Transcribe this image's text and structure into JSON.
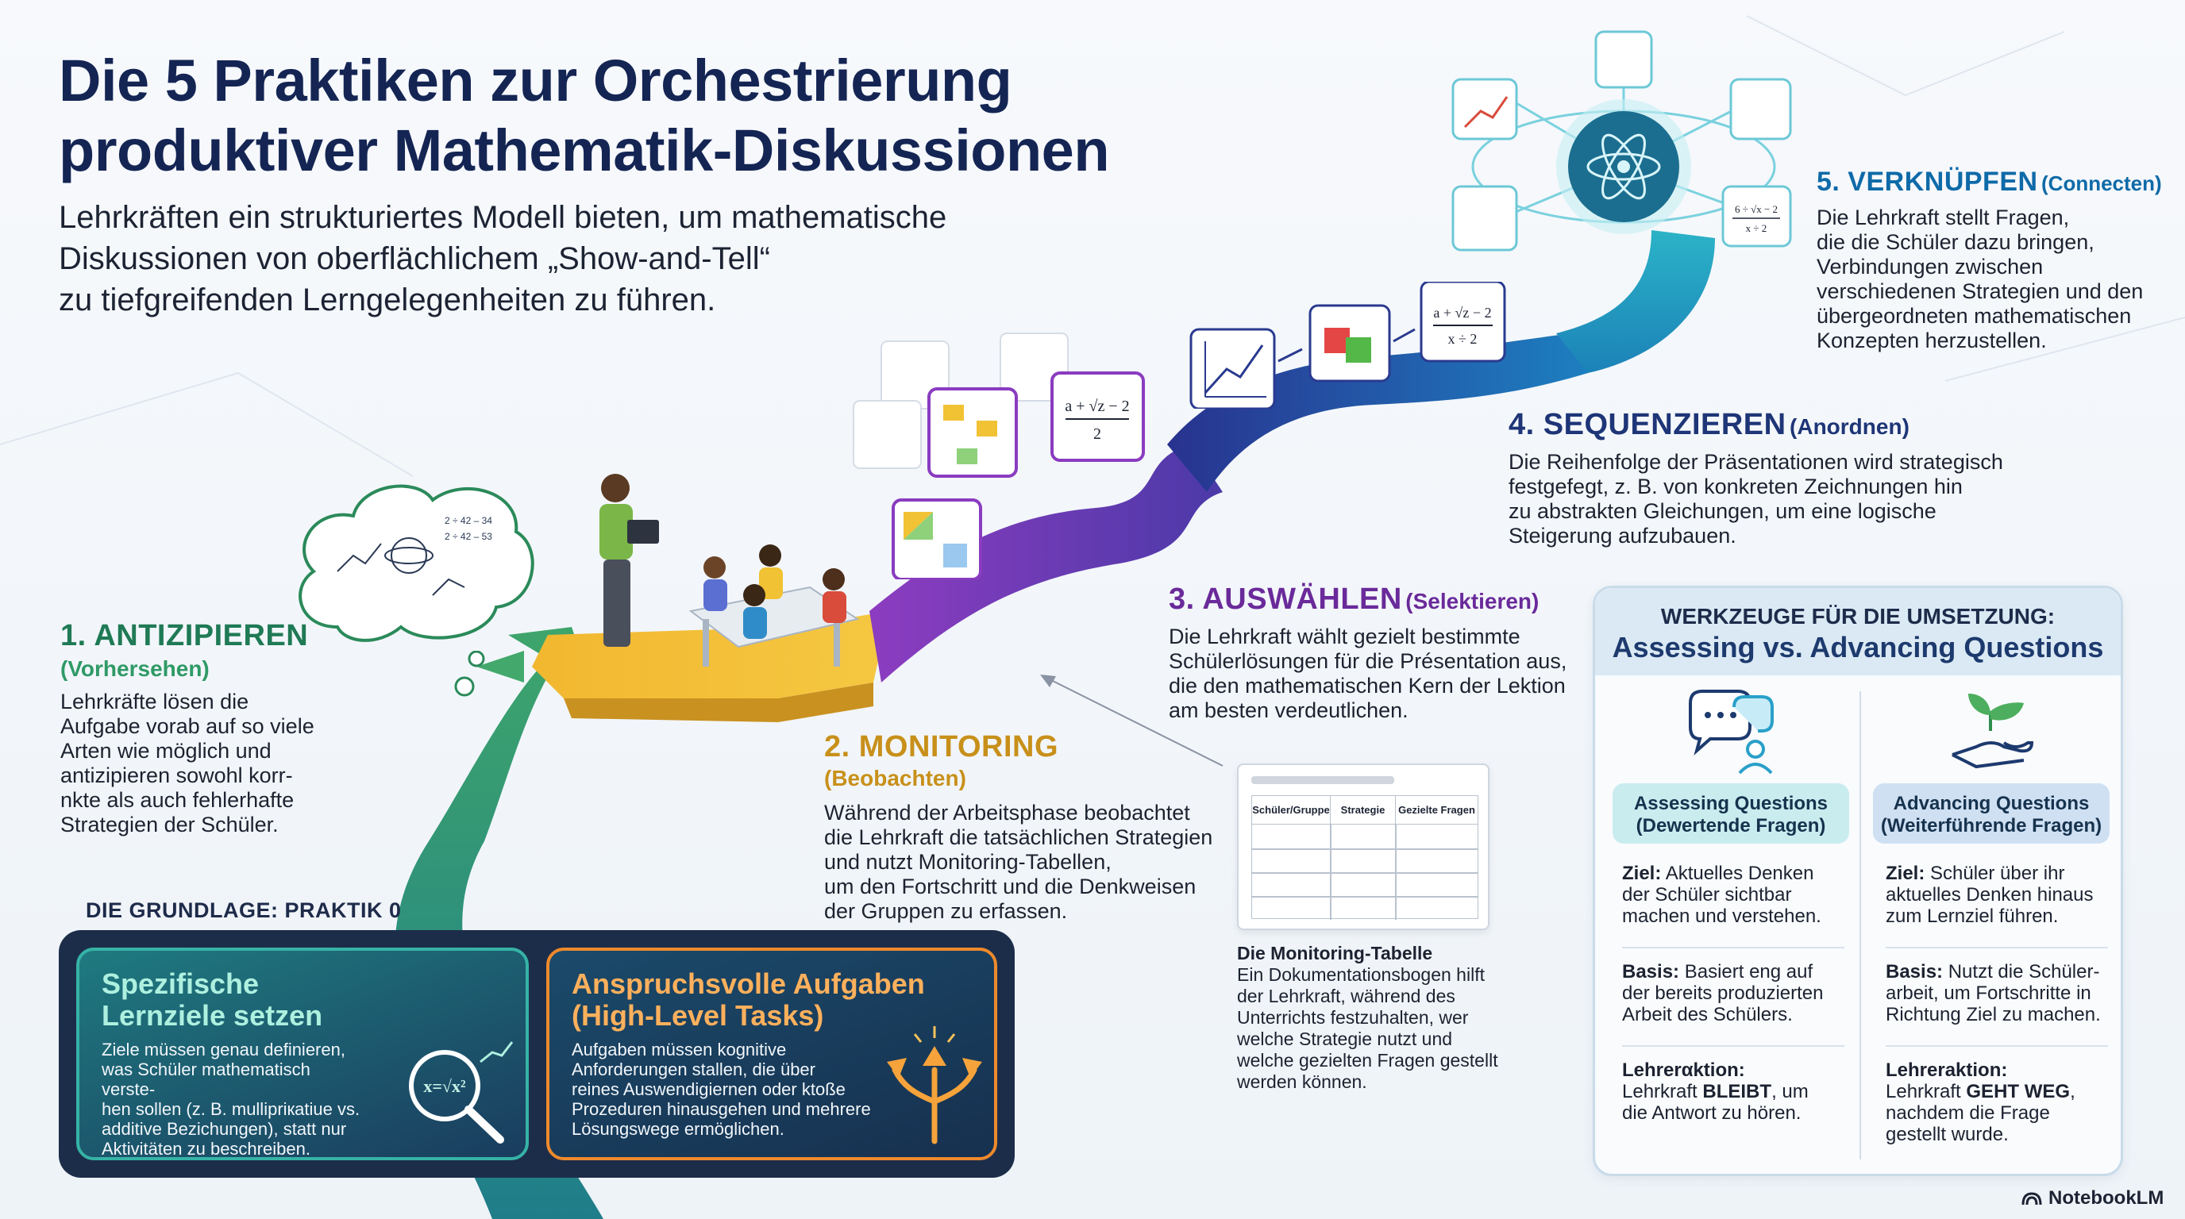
{
  "header": {
    "title_line1": "Die 5 Praktiken zur Orchestrierung",
    "title_line2": "produktiver Mathematik-Diskussionen",
    "subtitle_line1": "Lehrkräften ein strukturiertes Modell bieten, um mathematische",
    "subtitle_line2": "Diskussionen von oberflächlichem „Show-and-Tell“",
    "subtitle_line3": "zu tiefgreifenden Lerngelegenheiten zu führen."
  },
  "steps": [
    {
      "title": "1. ANTIZIPIEREN",
      "subtitle": "(Vorhersehen)",
      "body": [
        "Lehrkräfte lösen die",
        "Aufgabe vorab auf so viele",
        "Arten wie möglich und",
        "antizipieren sowohl korr-",
        "nkte als auch fehlerhafte",
        "Strategien der Schüler."
      ]
    },
    {
      "title": "2. MONITORING",
      "subtitle": "(Beobachten)",
      "body": [
        "Während der Arbeitsphase beobachtet",
        "die Lehrkraft die tatsächlichen Strategien",
        "und nutzt Monitoring-Tabellen,",
        "um den Fortschritt und die Denkweisen",
        "der Gruppen zu erfassen."
      ]
    },
    {
      "title": "3. AUSWÄHLEN",
      "subtitle": "(Selektieren)",
      "body": [
        "Die Lehrkraft wählt gezielt bestimmte",
        "Schülerlösungen für die Présentation aus,",
        "die den mathematischen Kern der Lektion",
        "am besten verdeutlichen."
      ]
    },
    {
      "title": "4. SEQUENZIEREN",
      "subtitle": "(Anordnen)",
      "body": [
        "Die Reihenfolge der Präsentationen wird strategisch",
        "festgefegt, z. B. von konkreten Zeichnungen hin",
        "zu abstrakten Gleichungen, um eine logische",
        "Steigerung aufzubauen."
      ]
    },
    {
      "title": "5. VERKNÜPFEN",
      "subtitle": "(Connecten)",
      "body": [
        "Die Lehrkraft stellt Fragen,",
        "die die Schüler dazu bringen,",
        "Verbindungen zwischen",
        "verschiedenen Strategien und den",
        "übergeordneten mathematischen",
        "Konzepten herzustellen."
      ]
    }
  ],
  "monitoring_table": {
    "columns": [
      "Schüler/Gruppe",
      "Strategie",
      "Gezielte Fragen"
    ],
    "caption_title": "Die Monitoring-Tabelle",
    "caption_body": [
      "Ein Dokumentationsbogen hilft",
      "der Lehrkraft, während des",
      "Unterrichts festzuhalten, wer",
      "welche Strategie nutzt und",
      "welche gezielten Fragen gestellt",
      "werden können."
    ]
  },
  "formulas": {
    "sqrt_expr": "a + √z − 2",
    "denominator": "2",
    "denominator_x": "x ÷ 2",
    "fraction_small": "6 ÷ √x − 2"
  },
  "foundation": {
    "label": "DIE GRUNDLAGE: PRAKTIK 0",
    "card1": {
      "title_line1": "Spezifische",
      "title_line2": "Lernziele setzen",
      "body": [
        "Ziele müssen genau definieren,",
        "was Schüler mathematisch verste-",
        "hen sollen (z. B. mullipriкatiue vs.",
        "additive Bezichungen), statt nur",
        "Aktivitäten zu beschreiben."
      ]
    },
    "card2": {
      "title_line1": "Anspruchsvolle Aufgaben",
      "title_line2": "(High-Level Tasks)",
      "body": [
        "Aufgaben müssen kognitive",
        "Anforderungen stallen, die über",
        "reines Auswendigiernen oder ktoße",
        "Prozeduren hinausgehen und mehrere",
        "Lösungswege ermöglichen."
      ]
    }
  },
  "tools_panel": {
    "head1": "WERKZEUGE FÜR DIE UMSETZUNG:",
    "head2": "Assessing vs. Advancing Questions",
    "left": {
      "pill1": "Assessing Questions",
      "pill2": "(Dewertende Fragen)",
      "goal_label": "Ziel:",
      "goal": [
        " Aktuelles Denken",
        "der Schüler sichtbar",
        "machen und verstehen."
      ],
      "basis_label": "Basis:",
      "basis": [
        " Basiert eng auf",
        "der bereits produzierten",
        "Arbeit des Schülers."
      ],
      "reaction_label": "Lehrerαktion:",
      "reaction_pre": "Lehrkraft ",
      "reaction_bold": "BLEIBT",
      "reaction_post": ", um",
      "reaction_line2": "die Antwort zu hören."
    },
    "right": {
      "pill1": "Advancing Questions",
      "pill2": "(Weiterführende Fragen)",
      "goal_label": "Ziel:",
      "goal": [
        " Schüler über ihr",
        "aktuelles Denken hinaus",
        "zum Lernziel führen."
      ],
      "basis_label": "Basis:",
      "basis": [
        " Nutzt die Schüler-",
        "arbeit, um Fortschritte in",
        "Richtung Ziel zu machen."
      ],
      "reaction_label": "Lehreraktion:",
      "reaction_pre": "Lehrkraft ",
      "reaction_bold": "GEHT WEG",
      "reaction_post": ",",
      "reaction_line2": "nachdem die Frage",
      "reaction_line3": "gestellt wurde."
    }
  },
  "brand": "NotebookLM",
  "colors": {
    "title": "#142554",
    "step1": "#1f7a55",
    "step2": "#c8901a",
    "step3": "#6a2a9a",
    "step4": "#1e3577",
    "step5": "#0e6aa8",
    "card1": "#1b6f74",
    "card2": "#e07a22"
  }
}
